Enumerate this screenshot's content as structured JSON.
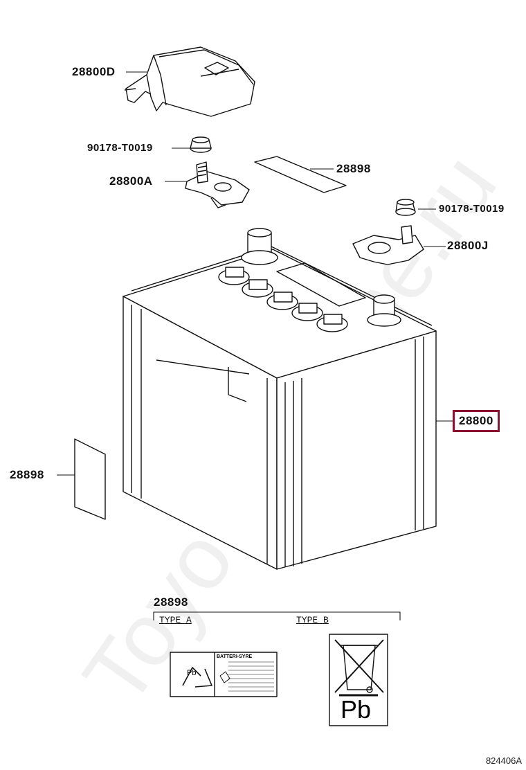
{
  "watermark": "ToyotaCarline.ru",
  "callouts": {
    "terminal_cover": "28800D",
    "bolt_left": "90178-T0019",
    "clamp_left": "28800A",
    "label_top": "28898",
    "bolt_right": "90178-T0019",
    "clamp_right": "28800J",
    "battery": "28800",
    "label_side": "28898",
    "label_section": "28898"
  },
  "label_types": {
    "type_a": "TYPE A",
    "type_b": "TYPE B",
    "type_a_header": "BATTERI-SYRE",
    "type_a_recycle": "Pb",
    "type_b_mark": "Pb"
  },
  "diagram_code": "824406A",
  "colors": {
    "highlight": "#8a1030",
    "line": "#111111"
  }
}
